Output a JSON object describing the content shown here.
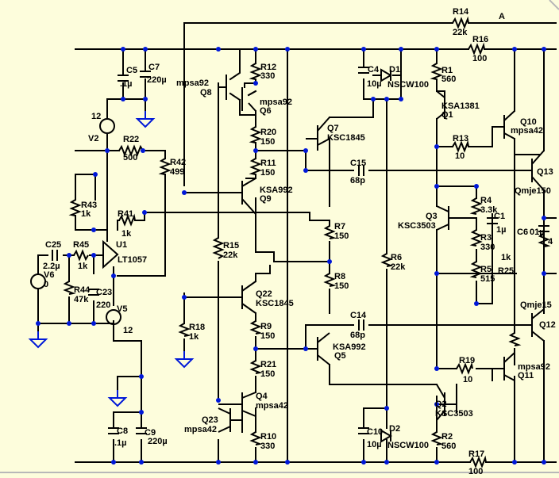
{
  "labels": {
    "r14": "R14",
    "r14v": "22k",
    "nodeA": "A",
    "r16": "R16",
    "r16v": "100",
    "r12": "R12",
    "r12v": "330",
    "r1": "R1",
    "r1v": "560",
    "c5": "C5",
    "c5v": ".1µ",
    "c7": "C7",
    "c7v": "220µ",
    "c4": "C4",
    "c4v": "10µ",
    "d1": "D1",
    "d1v": "NSCW100",
    "q8t": "mpsa92",
    "q8": "Q8",
    "q6t": "mpsa92",
    "q6": "Q6",
    "q1t": "KSA1381",
    "q1": "Q1",
    "v2n": "12",
    "v2": "V2",
    "r20": "R20",
    "r20v": "150",
    "q7": "Q7",
    "q7t": "KSC1845",
    "q10": "Q10",
    "q10t": "mpsa42",
    "r22": "R22",
    "r22v": "500",
    "r42": "R42",
    "r42v": "499",
    "r11": "R11",
    "r11v": "150",
    "c15": "C15",
    "c15v": "68p",
    "r13": "R13",
    "r13v": "10",
    "q13": "Q13",
    "q13t": "Qmje150",
    "q9t": "KSA992",
    "q9": "Q9",
    "r43": "R43",
    "r43v": "1k",
    "r4": "R4",
    "r4v": "3.3k",
    "r41": "R41",
    "r41v": "1k",
    "q3": "Q3",
    "q3t": "KSC3503",
    "c1": "C1",
    "c1v": "1µ",
    "c6": "C6",
    "c6v": "01µ",
    "r3": "R3",
    "r3v": "330",
    "u1": "U1",
    "u1t": "LT1057",
    "c25": "C25",
    "c25v": "2.2µ",
    "r45": "R45",
    "r45v": "1k",
    "r7": "R7",
    "r7v": "150",
    "r15": "R15",
    "r15v": "22k",
    "r6": "R6",
    "r6v": "22k",
    "r25v": "1k",
    "r25": "R25",
    "r5": "R5",
    "r5v": "515",
    "v6": "V6",
    "v6n": "0",
    "r44": "R44",
    "r44v": "47k",
    "c23": "C23",
    "c23v": "220",
    "r8": "R8",
    "r8v": "150",
    "q22": "Q22",
    "q22t": "KSC1845",
    "v5": "V5",
    "v5n": "12",
    "q12t": "Qmje15",
    "r18": "R18",
    "r18v": "1k",
    "r9": "R9",
    "r9v": "150",
    "c14": "C14",
    "c14v": "68p",
    "q12": "Q12",
    "q5t": "KSA992",
    "q5": "Q5",
    "r21": "R21",
    "r21v": "150",
    "r19": "R19",
    "r19v": "10",
    "q11t": "mpsa92",
    "q11": "Q11",
    "q4": "Q4",
    "q4t": "mpsa42",
    "q2": "Q2",
    "q2t": "KSC3503",
    "q23": "Q23",
    "q23t": "mpsa42",
    "c8": "C8",
    "c8v": ".1µ",
    "c9": "C9",
    "c9v": "220µ",
    "c10": "C10",
    "c10v": "10µ",
    "d2": "D2",
    "d2v": "NSCW100",
    "r10": "R10",
    "r10v": "330",
    "r2": "R2",
    "r2v": "560",
    "r17": "R17",
    "r17v": "100",
    "r4e": "4"
  },
  "colors": {
    "background": "#fdfddc",
    "wire": "#000000",
    "ground": "#0018d8",
    "junction": "#0018d8"
  }
}
